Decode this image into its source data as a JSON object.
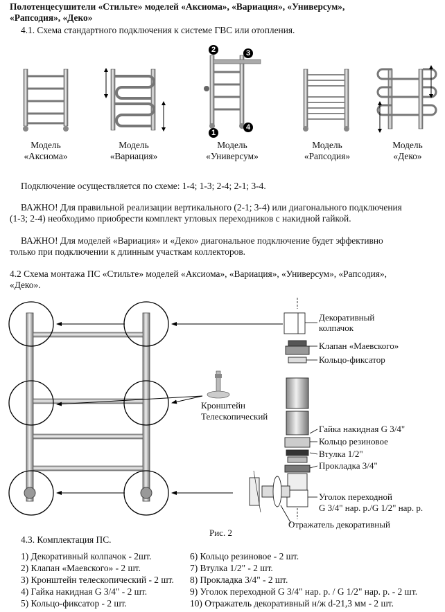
{
  "header": {
    "title_line1": "Полотенцесушители «Стильте» моделей «Аксиома», «Вариация», «Универсум»,",
    "title_line2": "«Рапсодия», «Деко»",
    "sec41": "4.1. Схема стандартного подключения к системе ГВС или отопления."
  },
  "models": [
    {
      "line1": "Модель",
      "line2": "«Аксиома»"
    },
    {
      "line1": "Модель",
      "line2": "«Вариация»"
    },
    {
      "line1": "Модель",
      "line2": "«Универсум»"
    },
    {
      "line1": "Модель",
      "line2": "«Рапсодия»"
    },
    {
      "line1": "Модель",
      "line2": "«Деко»"
    }
  ],
  "universum_markers": [
    "1",
    "2",
    "3",
    "4"
  ],
  "paragraphs": {
    "scheme": "Подключение осуществляется по схеме: 1-4; 1-3; 2-4; 2-1; 3-4.",
    "important1_line1": "ВАЖНО! Для правильной реализации вертикального (2-1; 3-4) или диагонального подключения",
    "important1_line2": "(1-3; 2-4) необходимо приобрести комплект угловых переходников с накидной гайкой.",
    "important2_line1": "ВАЖНО! Для моделей «Вариация» и «Деко» диагональное подключение будет эффективно",
    "important2_line2": "только при подключении к длинным участкам коллекторов.",
    "sec42_line1": "4.2 Схема монтажа ПС «Стильте» моделей «Аксиома», «Вариация», «Универсум», «Рапсодия»,",
    "sec42_line2": "«Деко»."
  },
  "diagram": {
    "labels": {
      "cap_line1": "Декоративный",
      "cap_line2": "колпачок",
      "valve": "Клапан «Маевского»",
      "ring_fix": "Кольцо-фиксатор",
      "bracket_line1": "Кронштейн",
      "bracket_line2": "Телескопический",
      "nut": "Гайка накидная G 3/4\"",
      "rubber_ring": "Кольцо резиновое",
      "bushing": "Втулка 1/2\"",
      "gasket": "Прокладка 3/4\"",
      "angle_line1": "Уголок переходной",
      "angle_line2": "G 3/4\" нар. р./G 1/2\" нар. р.",
      "reflector": "Отражатель декоративный"
    },
    "figure_caption": "Рис. 2"
  },
  "kit": {
    "title": "4.3. Комплектация ПС.",
    "left": [
      "1) Декоративный колпачок - 2шт.",
      "2) Клапан «Маевского» - 2 шт.",
      "3) Кронштейн телескопический - 2 шт.",
      "4) Гайка накидная G 3/4\" - 2 шт.",
      "5) Кольцо-фиксатор - 2 шт."
    ],
    "right": [
      "6) Кольцо резиновое - 2 шт.",
      "7) Втулка 1/2\" - 2 шт.",
      "8) Прокладка 3/4\" - 2 шт.",
      "9) Уголок переходной G 3/4\" нар. р. / G 1/2\" нар. р. - 2 шт.",
      "10) Отражатель декоративный н/ж d-21,3 мм - 2 шт."
    ]
  }
}
